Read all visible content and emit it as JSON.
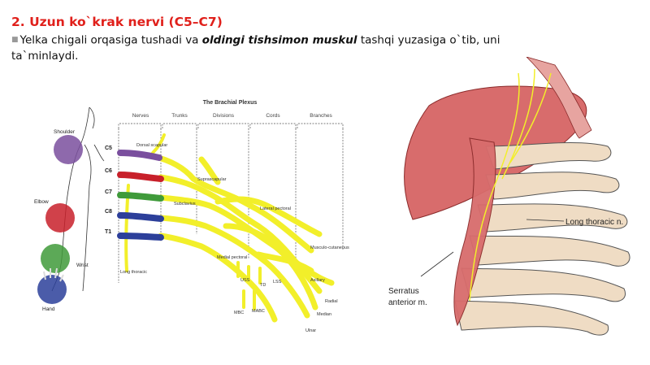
{
  "slide": {
    "title": "2. Uzun ko`krak nervi (C5–C7)",
    "text_before": "Yelka chigali orqasiga tushadi va ",
    "text_bold": "oldingi tishsimon muskul",
    "text_after": " tashqi yuzasiga o`tib, uni ta`minlaydi."
  },
  "plexus_figure": {
    "header": "The Brachial Plexus",
    "columns": [
      "Nerves",
      "Trunks",
      "Divisions",
      "Cords",
      "Branches"
    ],
    "roots": [
      "C5",
      "C6",
      "C7",
      "C8",
      "T1"
    ],
    "joints": [
      "Shoulder",
      "Elbow",
      "Wrist",
      "Hand"
    ],
    "labels": {
      "dorsal_scapular": "Dorsal scapular",
      "suprascapular": "Suprascapular",
      "subclavius": "Subclavius",
      "lateral_pectoral": "Lateral pectoral",
      "medial_pectoral": "Medial pectoral",
      "long_thoracic": "Long thoracic",
      "musculocutaneous": "Musculo-cutaneous",
      "uss": "USS",
      "td": "TD",
      "lss": "LSS",
      "axillary": "Axillary",
      "radial": "Radial",
      "median": "Median",
      "ulnar": "Ulnar",
      "mbc": "MBC",
      "mabc": "MABC"
    },
    "colors": {
      "shoulder": "#7a4f9e",
      "elbow": "#c8202a",
      "wrist": "#3f9a3a",
      "hand": "#2c3f9a",
      "nerve": "#f2ef2a"
    }
  },
  "thorax_figure": {
    "labels": {
      "long_thoracic": "Long thoracic n.",
      "serratus_line1": "Serratus",
      "serratus_line2": "anterior m."
    },
    "colors": {
      "muscle": "#d86c6c",
      "bone": "#efdcc4"
    }
  }
}
